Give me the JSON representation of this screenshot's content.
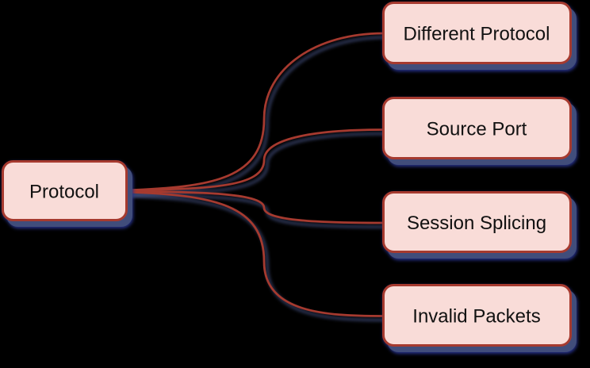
{
  "diagram": {
    "type": "mindmap",
    "root": {
      "label": "Protocol"
    },
    "branches": [
      {
        "label": "Different Protocol"
      },
      {
        "label": "Source Port"
      },
      {
        "label": "Session Splicing"
      },
      {
        "label": "Invalid Packets"
      }
    ]
  },
  "colors": {
    "background": "#000000",
    "node_fill": "#f9dcd8",
    "node_border": "#a63a2f",
    "link": "#a63a2f",
    "shadow": "#414d7b",
    "shadow_rim": "#27328c",
    "text": "#111111"
  }
}
